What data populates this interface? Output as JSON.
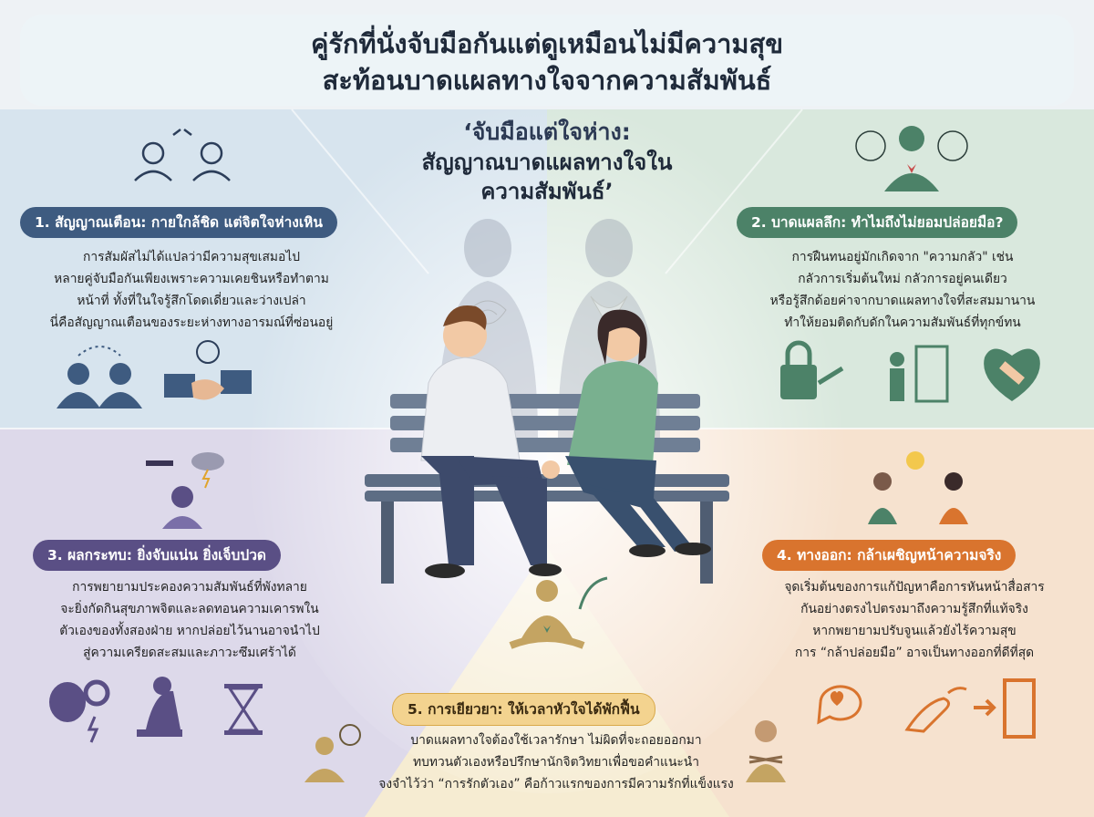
{
  "header": {
    "line1": "คู่รักที่นั่งจับมือกันแต่ดูเหมือนไม่มีความสุข",
    "line2": "สะท้อนบาดแผลทางใจจากความสัมพันธ์"
  },
  "center": {
    "title1": "‘จับมือแต่ใจห่าง:",
    "title2": "สัญญาณบาดแผลทางใจใน",
    "title3": "ความสัมพันธ์’"
  },
  "sections": [
    {
      "title": "1. สัญญาณเตือน: กายใกล้ชิด แต่จิตใจห่างเหิน",
      "lines": [
        "การสัมผัสไม่ได้แปลว่ามีความสุขเสมอไป",
        "หลายคู่จับมือกันเพียงเพราะความเคยชินหรือทำตาม",
        "หน้าที่ ทั้งที่ในใจรู้สึกโดดเดี่ยวและว่างเปล่า",
        "นี่คือสัญญาณเตือนของระยะห่างทางอารมณ์ที่ซ่อนอยู่"
      ]
    },
    {
      "title": "2. บาดแผลลึก: ทำไมถึงไม่ยอมปล่อยมือ?",
      "lines": [
        "การฝืนทนอยู่มักเกิดจาก \"ความกลัว\" เช่น",
        "กลัวการเริ่มต้นใหม่ กลัวการอยู่คนเดียว",
        "หรือรู้สึกด้อยค่าจากบาดแผลทางใจที่สะสมมานาน",
        "ทำให้ยอมติดกับดักในความสัมพันธ์ที่ทุกข์ทน"
      ]
    },
    {
      "title": "3. ผลกระทบ: ยิ่งจับแน่น ยิ่งเจ็บปวด",
      "lines": [
        "การพยายามประคองความสัมพันธ์ที่พังทลาย",
        "จะยิ่งกัดกินสุขภาพจิตและลดทอนความเคารพใน",
        "ตัวเองของทั้งสองฝ่าย หากปล่อยไว้นานอาจนำไป",
        "สู่ความเครียดสะสมและภาวะซึมเศร้าได้"
      ]
    },
    {
      "title": "4. ทางออก: กล้าเผชิญหน้าความจริง",
      "lines": [
        "จุดเริ่มต้นของการแก้ปัญหาคือการหันหน้าสื่อสาร",
        "กันอย่างตรงไปตรงมาถึงความรู้สึกที่แท้จริง",
        "หากพยายามปรับจูนแล้วยังไร้ความสุข",
        "การ “กล้าปล่อยมือ” อาจเป็นทางออกที่ดีที่สุด"
      ]
    },
    {
      "title": "5. การเยียวยา: ให้เวลาหัวใจได้พักฟื้น",
      "lines": [
        "บาดแผลทางใจต้องใช้เวลารักษา ไม่ผิดที่จะถอยออกมา",
        "ทบทวนตัวเองหรือปรึกษานักจิตวิทยาเพื่อขอคำแนะนำ",
        "จงจำไว้ว่า “การรักตัวเอง” คือก้าวแรกของการมีความรักที่แข็งแรง"
      ]
    }
  ],
  "colors": {
    "blue": "#3e5b80",
    "green": "#4c8268",
    "purple": "#5a4f85",
    "orange": "#d9742e",
    "gold": "#f3d38f"
  },
  "icons": [
    "two-people-broken-link-icon",
    "people-thought-icon",
    "handshake-icon",
    "tangled-mind-heart-icon",
    "padlock-key-icon",
    "person-door-icon",
    "bandaged-heart-icon",
    "stress-weight-cloud-icon",
    "brain-gears-icon",
    "sad-sitting-person-icon",
    "hourglass-icon",
    "meditation-icon",
    "talking-couple-lightbulb-icon",
    "speech-heart-icon",
    "helping-hands-icon",
    "exit-door-icon",
    "self-hug-icon",
    "clock-person-icon"
  ]
}
